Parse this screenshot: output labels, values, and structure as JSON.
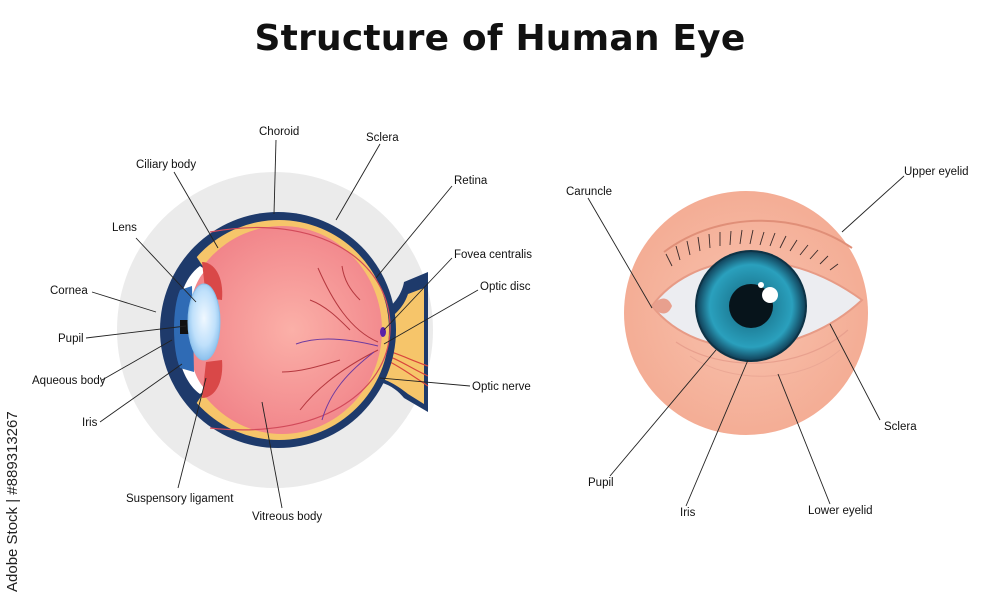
{
  "title": "Structure of Human Eye",
  "watermark": "Adobe Stock | #889313267",
  "cross_section": {
    "labels": {
      "choroid": "Choroid",
      "sclera": "Sclera",
      "ciliary_body": "Ciliary body",
      "retina": "Retina",
      "lens": "Lens",
      "fovea_centralis": "Fovea centralis",
      "cornea": "Cornea",
      "optic_disc": "Optic disc",
      "pupil": "Pupil",
      "aqueous_body": "Aqueous body",
      "optic_nerve": "Optic nerve",
      "iris": "Iris",
      "suspensory_ligament": "Suspensory ligament",
      "vitreous_body": "Vitreous body"
    }
  },
  "front_view": {
    "labels": {
      "caruncle": "Caruncle",
      "upper_eyelid": "Upper eyelid",
      "sclera": "Sclera",
      "pupil": "Pupil",
      "iris": "Iris",
      "lower_eyelid": "Lower eyelid"
    }
  },
  "colors": {
    "sclera_outer": "#1e3a6b",
    "choroid_layer": "#f6c56a",
    "vitreous": "#f48a8a",
    "iris_blue": "#1f4e8c",
    "skin": "#f7b7a0",
    "iris_teal": "#1b6f8a"
  }
}
